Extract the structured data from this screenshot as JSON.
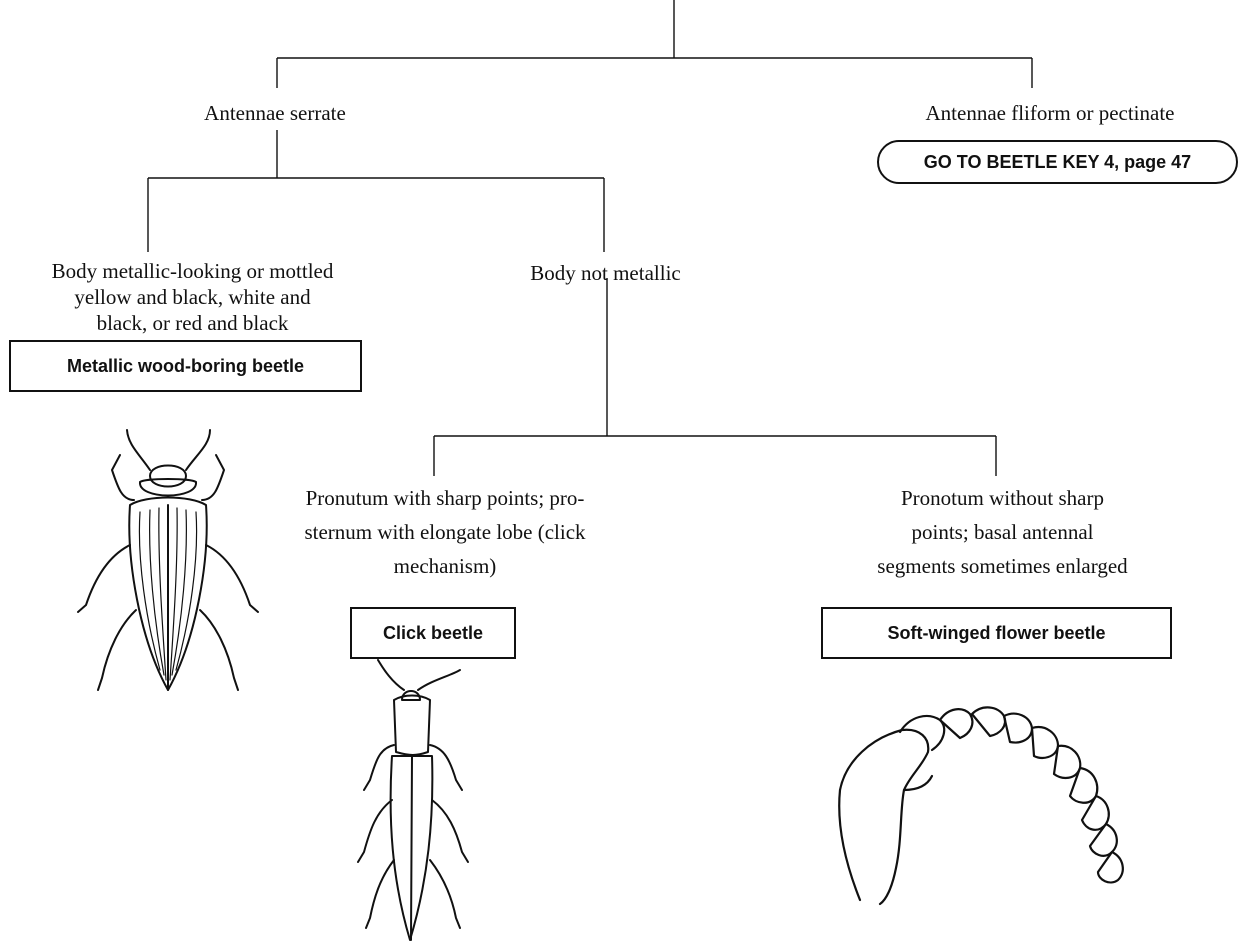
{
  "key": {
    "branch_serrate": "Antennae serrate",
    "branch_filiform": "Antennae fliform or pectinate",
    "goto": "GO TO BEETLE KEY 4, page 47",
    "metallic_desc_1": "Body metallic-looking  or mottled",
    "metallic_desc_2": "yellow and black, white and",
    "metallic_desc_3": "black, or red and black",
    "metallic_result": "Metallic wood-boring beetle",
    "not_metallic": "Body not metallic",
    "click_desc_1": "Pronutum with sharp points; pro-",
    "click_desc_2": "sternum with elongate lobe (click",
    "click_desc_3": "mechanism)",
    "click_result": "Click beetle",
    "soft_desc_1": "Pronotum without sharp",
    "soft_desc_2": "points; basal antennal",
    "soft_desc_3": "segments sometimes enlarged",
    "soft_result": "Soft-winged flower beetle"
  },
  "illustrations": [
    "metallic-wood-boring-beetle-drawing",
    "click-beetle-drawing",
    "antenna-drawing"
  ]
}
